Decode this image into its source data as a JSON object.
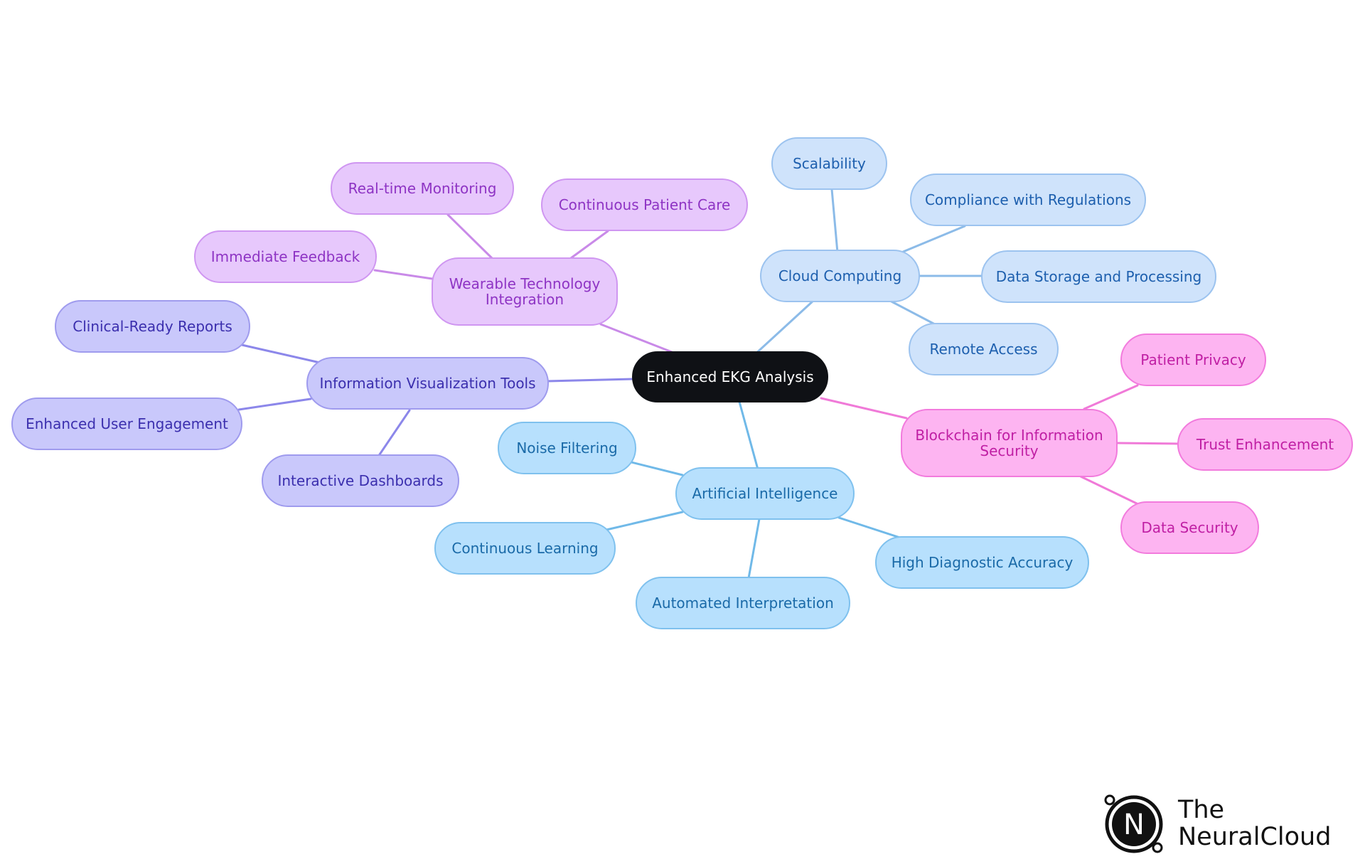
{
  "root": "Enhanced EKG Analysis",
  "colors": {
    "root": "#0f1115",
    "cloud": "#cfe3fb",
    "ai": "#b7e0fd",
    "wearable": "#e7c8fc",
    "info": "#c9c8fb",
    "blockchain": "#fdb4f1"
  },
  "branches": {
    "cloud": {
      "label": "Cloud Computing",
      "children": [
        "Scalability",
        "Compliance with Regulations",
        "Data Storage and Processing",
        "Remote Access"
      ]
    },
    "ai": {
      "label": "Artificial Intelligence",
      "children": [
        "Noise Filtering",
        "Continuous Learning",
        "Automated Interpretation",
        "High Diagnostic Accuracy"
      ]
    },
    "wearable": {
      "label_line1": "Wearable Technology",
      "label_line2": "Integration",
      "children": [
        "Real-time Monitoring",
        "Continuous Patient Care",
        "Immediate Feedback"
      ]
    },
    "info": {
      "label": "Information Visualization Tools",
      "children": [
        "Clinical-Ready Reports",
        "Enhanced User Engagement",
        "Interactive Dashboards"
      ]
    },
    "blockchain": {
      "label_line1": "Blockchain for Information",
      "label_line2": "Security",
      "children": [
        "Patient Privacy",
        "Trust Enhancement",
        "Data Security"
      ]
    }
  },
  "logo": {
    "letter": "N",
    "line1": "The",
    "line2": "NeuralCloud"
  }
}
